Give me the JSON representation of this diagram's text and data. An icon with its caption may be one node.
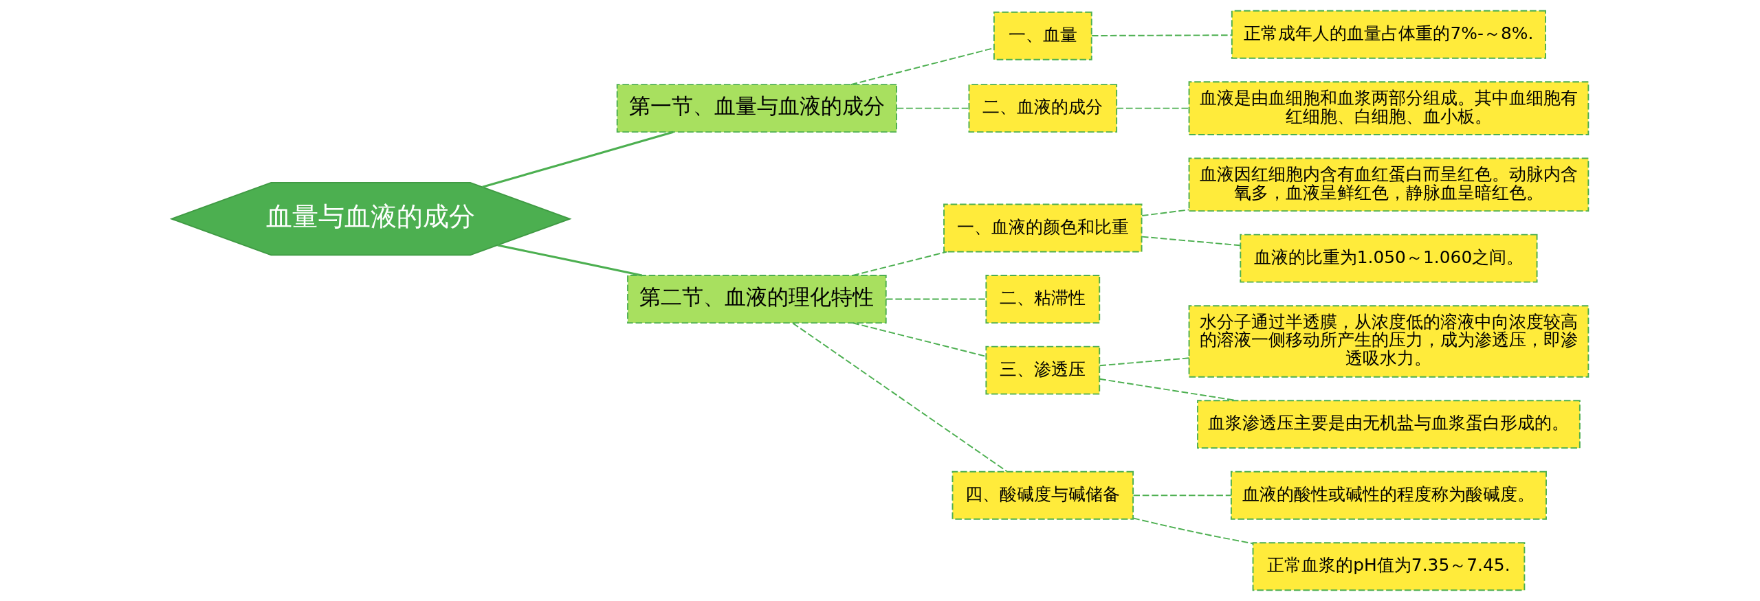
{
  "diagram": {
    "nodes": [
      {
        "text": [
          "血量与血液的成分"
        ]
      },
      {
        "text": [
          "第一节、血量与血液的成分"
        ]
      },
      {
        "text": [
          "一、血量"
        ]
      },
      {
        "text": [
          "正常成年人的血量占体重的7%-～8%."
        ]
      },
      {
        "text": [
          "二、血液的成分"
        ]
      },
      {
        "text": [
          "血液是由血细胞和血浆两部分组成。其中血细胞有红细胞、白细胞、血小板。"
        ]
      },
      {
        "text": [
          "第二节、血液的理化特性"
        ]
      },
      {
        "text": [
          "一、血液的颜色和比重"
        ]
      },
      {
        "text": [
          "血液因红细胞内含有血红蛋白而呈红色。动脉内含氧多，血液呈鲜红色，静脉血呈暗红色。"
        ]
      },
      {
        "text": [
          "血液的比重为1.050～1.060之间。"
        ]
      },
      {
        "text": [
          "二、粘滞性"
        ]
      },
      {
        "text": [
          "三、渗透压"
        ]
      },
      {
        "text": [
          "水分子通过半透膜，从浓度低的溶液中向浓度较高的溶液一侧移动所产生的压力，成为渗透压，即渗透吸水力。"
        ]
      },
      {
        "text": [
          "血浆渗透压主要是由无机盐与血浆蛋白形成的。"
        ]
      },
      {
        "text": [
          "四、酸碱度与碱储备"
        ]
      },
      {
        "text": [
          "血液的酸性或碱性的程度称为酸碱度。"
        ]
      },
      {
        "text": [
          "正常血浆的pH值为7.35～7.45."
        ]
      }
    ],
    "edges": [
      {
        "from": 0,
        "to": 1,
        "arrow": "none"
      },
      {
        "from": 1,
        "to": 2,
        "arrow": "none",
        "style": "dashed"
      },
      {
        "from": 2,
        "to": 3,
        "arrow": "none",
        "style": "dashed"
      },
      {
        "from": 1,
        "to": 4,
        "arrow": "none",
        "style": "dashed"
      },
      {
        "from": 4,
        "to": 5,
        "arrow": "none",
        "style": "dashed"
      },
      {
        "from": 0,
        "to": 6,
        "arrow": "none"
      },
      {
        "from": 6,
        "to": 7,
        "arrow": "none",
        "style": "dashed"
      },
      {
        "from": 7,
        "to": 8,
        "arrow": "none",
        "style": "dashed"
      },
      {
        "from": 7,
        "to": 9,
        "arrow": "none",
        "style": "dashed"
      },
      {
        "from": 6,
        "to": 10,
        "arrow": "none",
        "style": "dashed"
      },
      {
        "from": 6,
        "to": 11,
        "arrow": "none",
        "style": "dashed"
      },
      {
        "from": 11,
        "to": 12,
        "arrow": "none",
        "style": "dashed"
      },
      {
        "from": 11,
        "to": 13,
        "arrow": "none",
        "style": "dashed"
      },
      {
        "from": 6,
        "to": 14,
        "arrow": "none",
        "style": "dashed"
      },
      {
        "from": 14,
        "to": 15,
        "arrow": "none",
        "style": "dashed"
      },
      {
        "from": 14,
        "to": 16,
        "arrow": "none",
        "style": "dashed"
      }
    ]
  }
}
